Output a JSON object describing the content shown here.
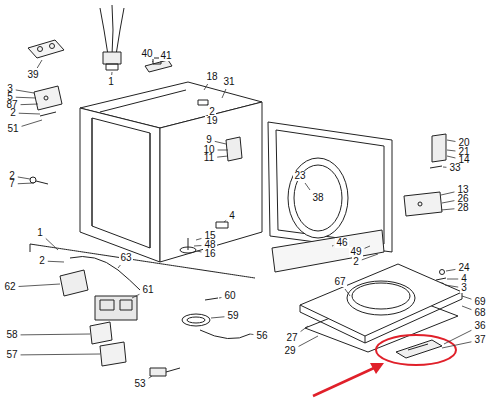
{
  "diagram": {
    "labels": [
      "39",
      "1",
      "40",
      "41",
      "18",
      "31",
      "3",
      "5",
      "87",
      "2",
      "51",
      "2",
      "19",
      "2",
      "7",
      "9",
      "10",
      "11",
      "20",
      "21",
      "14",
      "33",
      "23",
      "38",
      "13",
      "26",
      "28",
      "4",
      "15",
      "48",
      "16",
      "46",
      "49",
      "2",
      "1",
      "2",
      "63",
      "62",
      "60",
      "61",
      "59",
      "58",
      "56",
      "57",
      "53",
      "67",
      "24",
      "4",
      "3",
      "69",
      "68",
      "36",
      "37",
      "27",
      "29"
    ]
  }
}
